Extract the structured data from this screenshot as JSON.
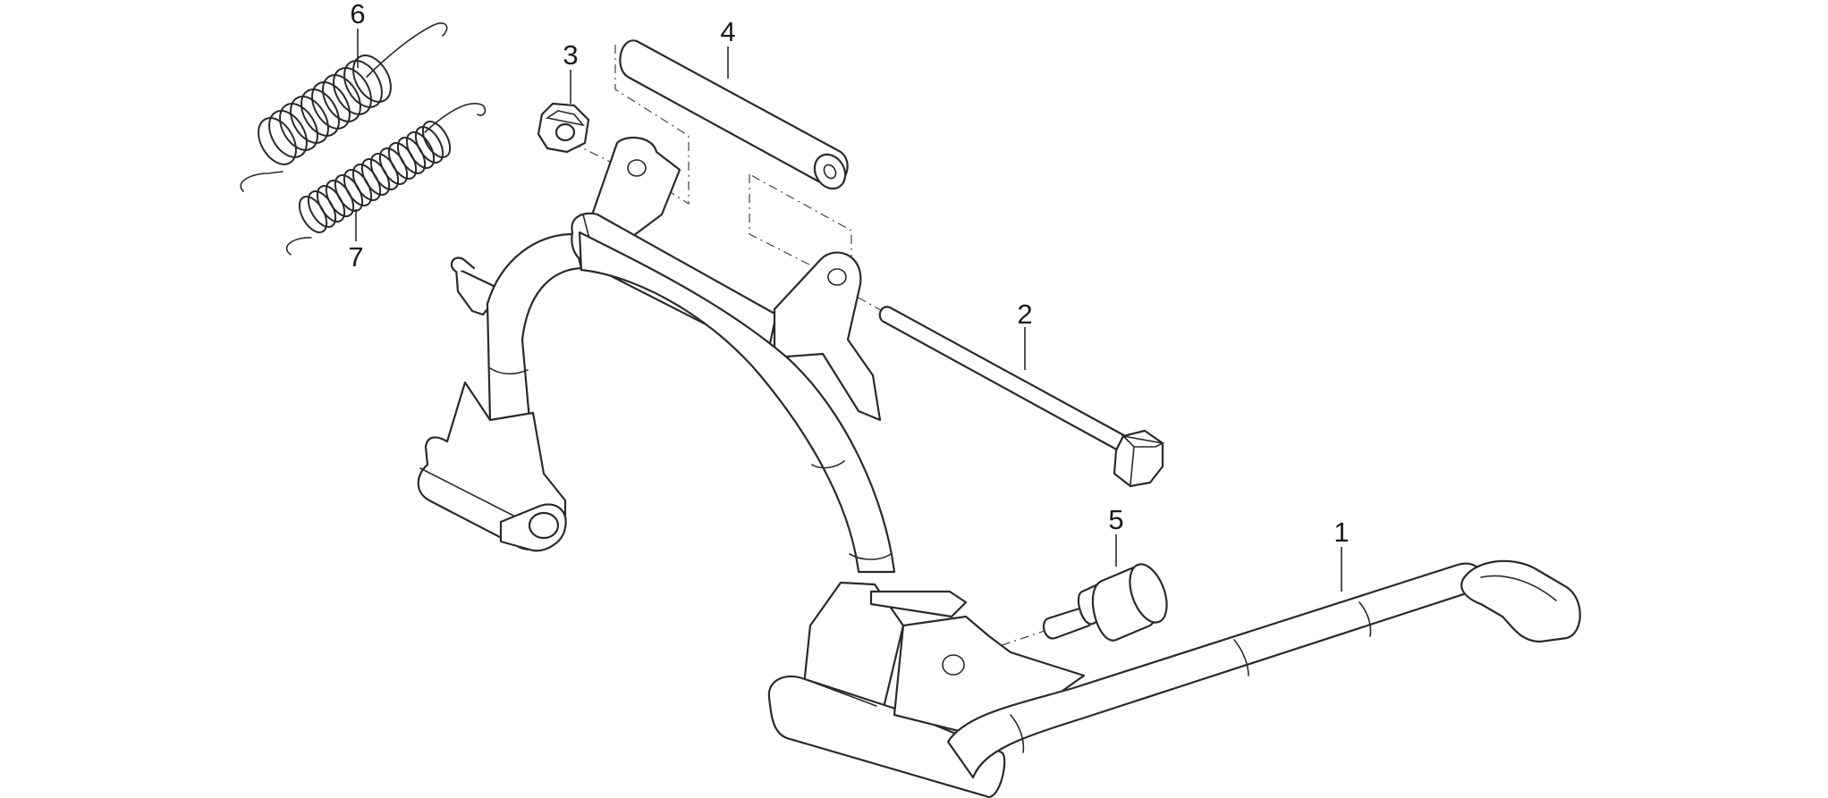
{
  "callouts": [
    {
      "id": "1",
      "label": "1"
    },
    {
      "id": "2",
      "label": "2"
    },
    {
      "id": "3",
      "label": "3"
    },
    {
      "id": "4",
      "label": "4"
    },
    {
      "id": "5",
      "label": "5"
    },
    {
      "id": "6",
      "label": "6"
    },
    {
      "id": "7",
      "label": "7"
    }
  ],
  "colors": {
    "line": "#2a2a2a",
    "background": "#ffffff"
  }
}
